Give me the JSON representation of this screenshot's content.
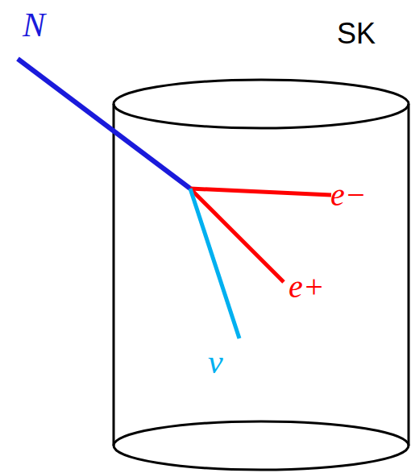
{
  "diagram": {
    "labels": [
      "N",
      "SK",
      "e−",
      "e+",
      "ν"
    ]
  }
}
